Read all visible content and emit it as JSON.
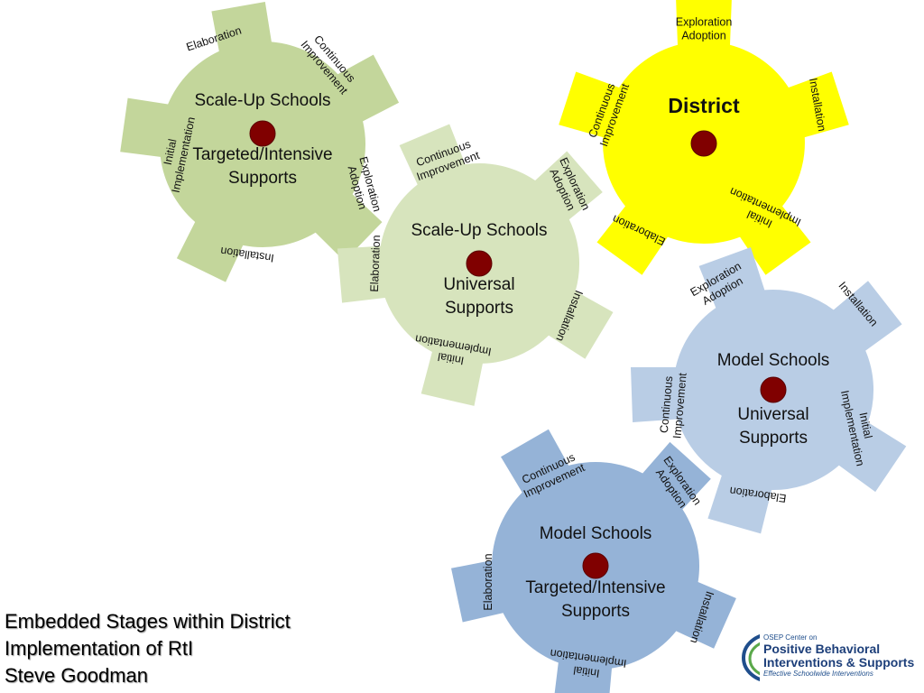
{
  "colors": {
    "green_dark": "#c3d69b",
    "green_light": "#d7e4bd",
    "yellow": "#ffff00",
    "blue_light": "#b9cde5",
    "blue_mid": "#95b3d7",
    "hub": "#800000"
  },
  "gears": {
    "scaleup_targeted": {
      "title_lines": [
        "Scale-Up Schools",
        "Targeted/Intensive",
        "Supports"
      ],
      "labels": [
        [
          "Elaboration"
        ],
        [
          "Continuous",
          "Improvement"
        ],
        [
          "Exploration",
          "Adoption"
        ],
        [
          "Installation"
        ],
        [
          "Initial",
          "Implementation"
        ]
      ]
    },
    "scaleup_universal": {
      "title_lines": [
        "Scale-Up Schools",
        "Universal",
        "Supports"
      ],
      "labels": [
        [
          "Continuous",
          "Improvement"
        ],
        [
          "Exploration",
          "Adoption"
        ],
        [
          "Installation"
        ],
        [
          "Initial",
          "Implementation"
        ],
        [
          "Elaboration"
        ]
      ]
    },
    "district": {
      "title_lines": [
        "District"
      ],
      "labels": [
        [
          "Exploration",
          "Adoption"
        ],
        [
          "Installation"
        ],
        [
          "Initial",
          "Implementation"
        ],
        [
          "Elaboration"
        ],
        [
          "Continuous",
          "Improvement"
        ]
      ]
    },
    "model_universal": {
      "title_lines": [
        "Model Schools",
        "Universal",
        "Supports"
      ],
      "labels": [
        [
          "Exploration",
          "Adoption"
        ],
        [
          "Installation"
        ],
        [
          "Initial",
          "Implementation"
        ],
        [
          "Elaboration"
        ],
        [
          "Continuous",
          "Improvement"
        ]
      ]
    },
    "model_targeted": {
      "title_lines": [
        "Model Schools",
        "Targeted/Intensive",
        "Supports"
      ],
      "labels": [
        [
          "Continuous",
          "Improvement"
        ],
        [
          "Exploration",
          "Adoption"
        ],
        [
          "Installation"
        ],
        [
          "Initial",
          "Implementation"
        ],
        [
          "Elaboration"
        ]
      ]
    }
  },
  "caption": {
    "line1": "Embedded Stages within District",
    "line2": "Implementation of RtI",
    "line3": "Steve Goodman"
  },
  "logo": {
    "line1": "OSEP Center on",
    "line2": "Positive Behavioral",
    "line3": "Interventions & Supports",
    "line4": "Effective Schoolwide Interventions"
  }
}
